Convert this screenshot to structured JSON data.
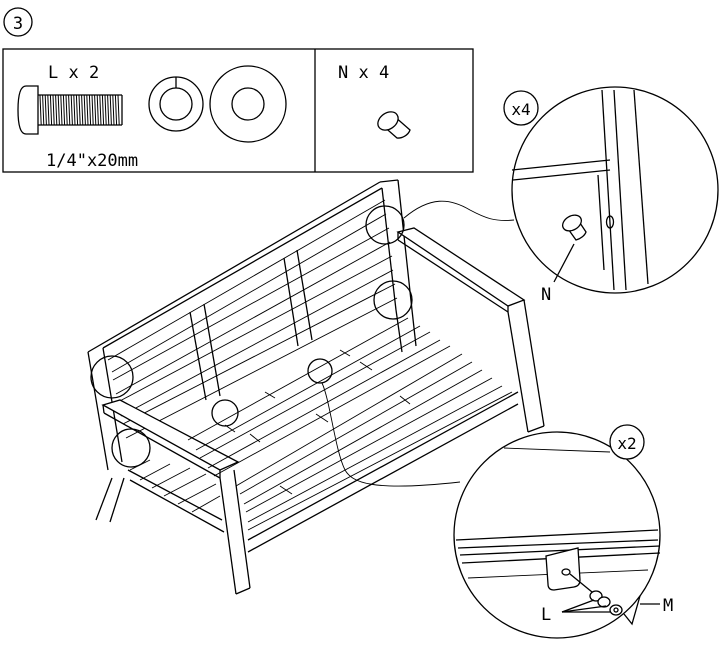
{
  "step": {
    "number": "3"
  },
  "parts_box": {
    "bolt": {
      "label": "L x 2",
      "size": "1/4\"x20mm"
    },
    "plug": {
      "label": "N x 4"
    }
  },
  "callouts": {
    "top": {
      "multiplier": "x4",
      "part_label": "N"
    },
    "bottom": {
      "multiplier": "x2",
      "bolt_label": "L",
      "wrench_label": "M"
    }
  }
}
